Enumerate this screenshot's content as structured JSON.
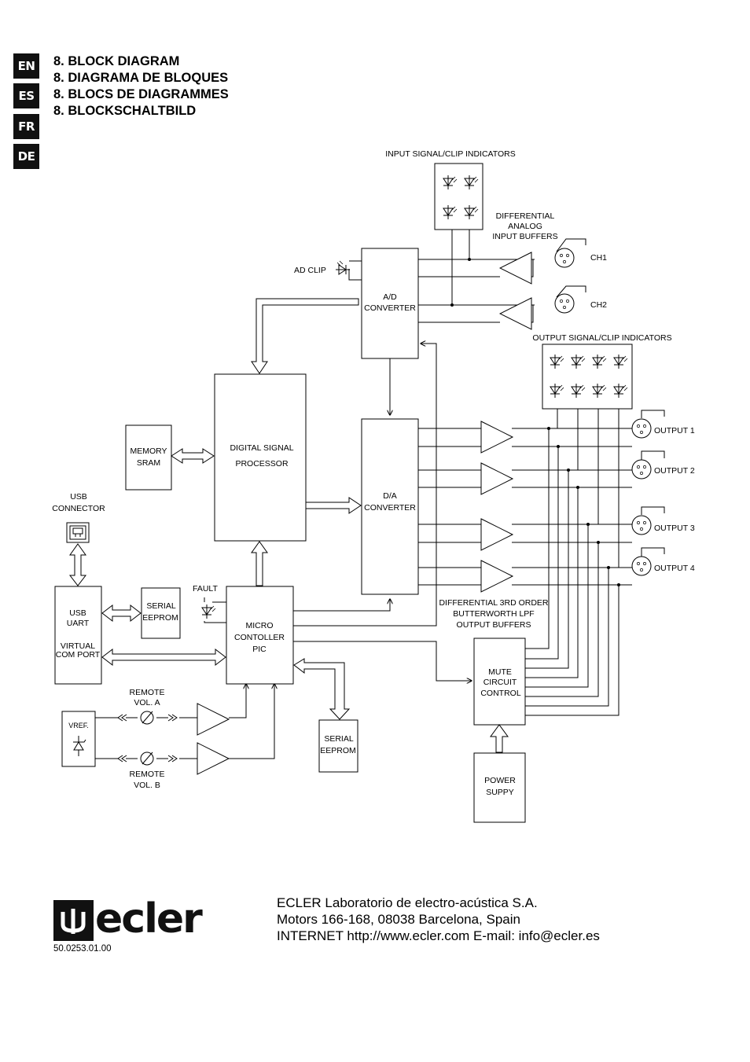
{
  "languages": [
    "EN",
    "ES",
    "FR",
    "DE"
  ],
  "headings": [
    "8. BLOCK DIAGRAM",
    "8. DIAGRAMA DE BLOQUES",
    "8. BLOCS DE DIAGRAMMES",
    "8. BLOCKSCHALTBILD"
  ],
  "diagram": {
    "input_indicators_label": "INPUT SIGNAL/CLIP INDICATORS",
    "input_buffers_label": [
      "DIFFERENTIAL",
      "ANALOG",
      "INPUT BUFFERS"
    ],
    "ch1": "CH1",
    "ch2": "CH2",
    "ad_clip": "AD CLIP",
    "ad_converter": [
      "A/D",
      "CONVERTER"
    ],
    "output_indicators_label": "OUTPUT SIGNAL/CLIP INDICATORS",
    "memory": [
      "MEMORY",
      "SRAM"
    ],
    "dsp": [
      "DIGITAL SIGNAL",
      "PROCESSOR"
    ],
    "da_converter": [
      "D/A",
      "CONVERTER"
    ],
    "outputs": [
      "OUTPUT 1",
      "OUTPUT 2",
      "OUTPUT 3",
      "OUTPUT 4"
    ],
    "usb_connector": [
      "USB",
      "CONNECTOR"
    ],
    "usb_uart": [
      "USB",
      "UART",
      "",
      "VIRTUAL",
      "COM PORT"
    ],
    "serial_eeprom": [
      "SERIAL",
      "EEPROM"
    ],
    "fault": "FAULT",
    "micro": [
      "MICRO",
      "CONTOLLER",
      "PIC"
    ],
    "output_buffers_label": [
      "DIFFERENTIAL 3RD ORDER",
      "BUTTERWORTH LPF",
      "OUTPUT BUFFERS"
    ],
    "mute": [
      "MUTE",
      "CIRCUIT",
      "CONTROL"
    ],
    "remote_a": [
      "REMOTE",
      "VOL. A"
    ],
    "remote_b": [
      "REMOTE",
      "VOL. B"
    ],
    "vref": "VREF.",
    "serial_eeprom_2": [
      "SERIAL",
      "EEPROM"
    ],
    "power": [
      "POWER",
      "SUPPY"
    ]
  },
  "footer": {
    "logo_text": "ecler",
    "address": [
      "ECLER Laboratorio de electro-acústica S.A.",
      "Motors 166-168, 08038 Barcelona, Spain",
      "INTERNET http://www.ecler.com E-mail: info@ecler.es"
    ],
    "doc_code": "50.0253.01.00"
  }
}
